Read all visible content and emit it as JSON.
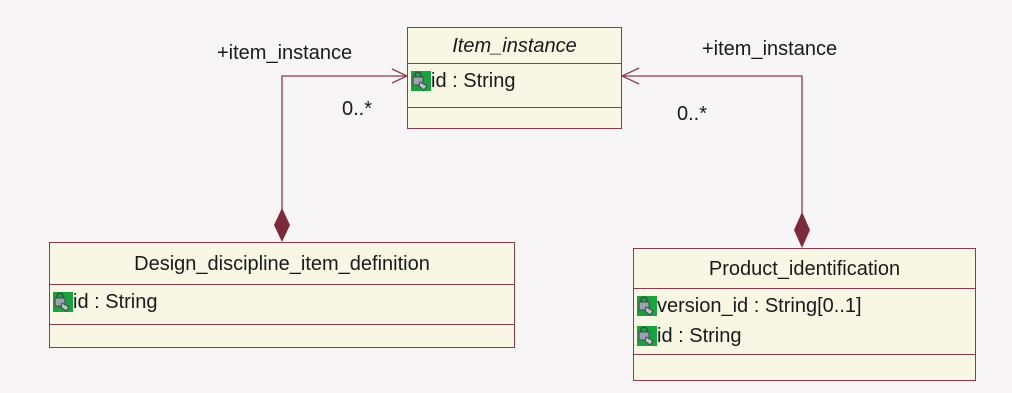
{
  "diagram": {
    "classes": {
      "item_instance": {
        "name": "Item_instance",
        "abstract": true,
        "attributes": [
          {
            "text": "id : String",
            "icon": "attribute-icon"
          }
        ]
      },
      "design_discipline_item_definition": {
        "name": "Design_discipline_item_definition",
        "abstract": false,
        "attributes": [
          {
            "text": "id : String",
            "icon": "attribute-icon"
          }
        ]
      },
      "product_identification": {
        "name": "Product_identification",
        "abstract": false,
        "attributes": [
          {
            "text": "version_id : String[0..1]",
            "icon": "attribute-icon"
          },
          {
            "text": "id : String",
            "icon": "attribute-icon"
          }
        ]
      }
    },
    "associations": [
      {
        "from": "Design_discipline_item_definition",
        "to": "Item_instance",
        "kind": "composition",
        "role": "+item_instance",
        "multiplicity": "0..*"
      },
      {
        "from": "Product_identification",
        "to": "Item_instance",
        "kind": "composition",
        "role": "+item_instance",
        "multiplicity": "0..*"
      }
    ],
    "colors": {
      "background": "#f7f5f5",
      "class_fill": "#f7f7e3",
      "border": "#8e3a4c",
      "icon_green": "#19a33c"
    }
  }
}
